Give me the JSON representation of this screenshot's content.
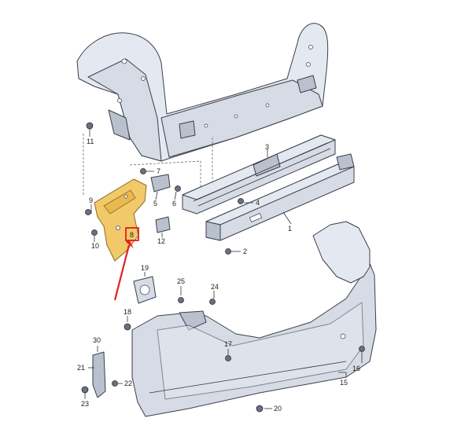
{
  "diagram": {
    "callouts": [
      {
        "id": "c1",
        "text": "1"
      },
      {
        "id": "c2",
        "text": "2"
      },
      {
        "id": "c3",
        "text": "3"
      },
      {
        "id": "c4",
        "text": "4"
      },
      {
        "id": "c5",
        "text": "5"
      },
      {
        "id": "c6",
        "text": "6"
      },
      {
        "id": "c7",
        "text": "7"
      },
      {
        "id": "c8",
        "text": "8"
      },
      {
        "id": "c9",
        "text": "9"
      },
      {
        "id": "c10",
        "text": "10"
      },
      {
        "id": "c11",
        "text": "11"
      },
      {
        "id": "c12",
        "text": "12"
      },
      {
        "id": "c15",
        "text": "15"
      },
      {
        "id": "c16",
        "text": "16"
      },
      {
        "id": "c17",
        "text": "17"
      },
      {
        "id": "c18",
        "text": "18"
      },
      {
        "id": "c19",
        "text": "19"
      },
      {
        "id": "c20",
        "text": "20"
      },
      {
        "id": "c21",
        "text": "21"
      },
      {
        "id": "c22",
        "text": "22"
      },
      {
        "id": "c23",
        "text": "23"
      },
      {
        "id": "c24",
        "text": "24"
      },
      {
        "id": "c25",
        "text": "25"
      },
      {
        "id": "c30",
        "text": "30"
      }
    ],
    "highlight": {
      "part": "8",
      "color": "#f2c96a",
      "box_color": "#e02020",
      "arrow_color": "#e02020"
    },
    "part_color": "#d6dbe6",
    "outline_color": "#3a3f4a"
  }
}
